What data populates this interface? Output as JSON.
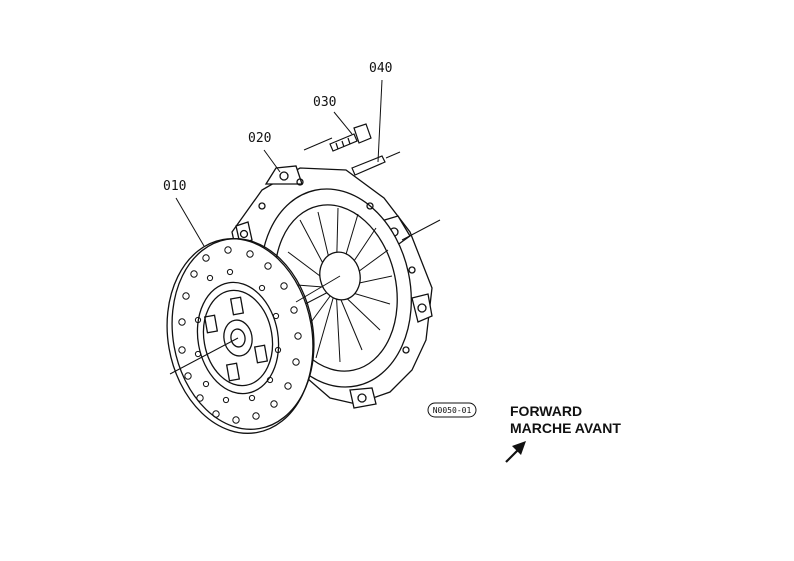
{
  "parts": [
    {
      "id": "010",
      "label": "010",
      "name_icon": "clutch-disc-icon"
    },
    {
      "id": "020",
      "label": "020",
      "name_icon": "pressure-plate-icon"
    },
    {
      "id": "030",
      "label": "030",
      "name_icon": "bolt-icon"
    },
    {
      "id": "040",
      "label": "040",
      "name_icon": "dowel-pin-icon"
    }
  ],
  "reference_code": "N0050-01",
  "direction": {
    "line1": "FORWARD",
    "line2": "MARCHE AVANT",
    "icon": "forward-arrow-icon"
  },
  "colors": {
    "line": "#111111",
    "background": "#ffffff"
  }
}
